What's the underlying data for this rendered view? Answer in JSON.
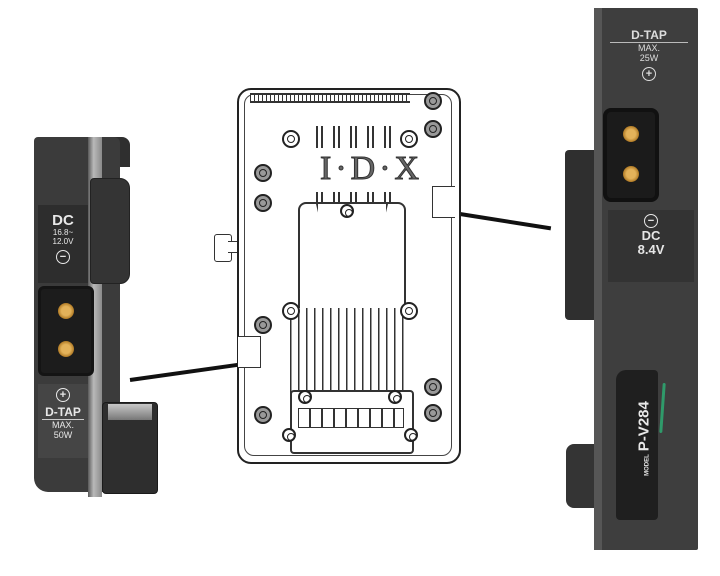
{
  "figure": {
    "description": "V-mount battery plate diagram with two side-view device photos",
    "left_device": {
      "dc_label": "DC",
      "dc_voltage_line1": "16.8~",
      "dc_voltage_line2": "12.0V",
      "dc_polarity_symbol": "⊖",
      "dtap_polarity_symbol": "⊕",
      "dtap_label": "D-TAP",
      "dtap_max_label": "MAX.",
      "dtap_max_value": "50W"
    },
    "center_plate": {
      "logo_text": "I·D·X"
    },
    "right_device": {
      "dtap_label": "D-TAP",
      "dtap_max_label": "MAX.",
      "dtap_max_value": "25W",
      "dtap_polarity_symbol": "⊕",
      "dc_polarity_symbol": "⊖",
      "dc_label": "DC",
      "dc_voltage": "8.4V",
      "model_prefix": "MODEL",
      "model_name": "P-V284"
    },
    "colors": {
      "device_body": "#3b3b3b",
      "label_text": "#e8e8e8",
      "pin_gold": "#d9a548",
      "line": "#111111",
      "green_wire": "#2f9a6a"
    }
  }
}
